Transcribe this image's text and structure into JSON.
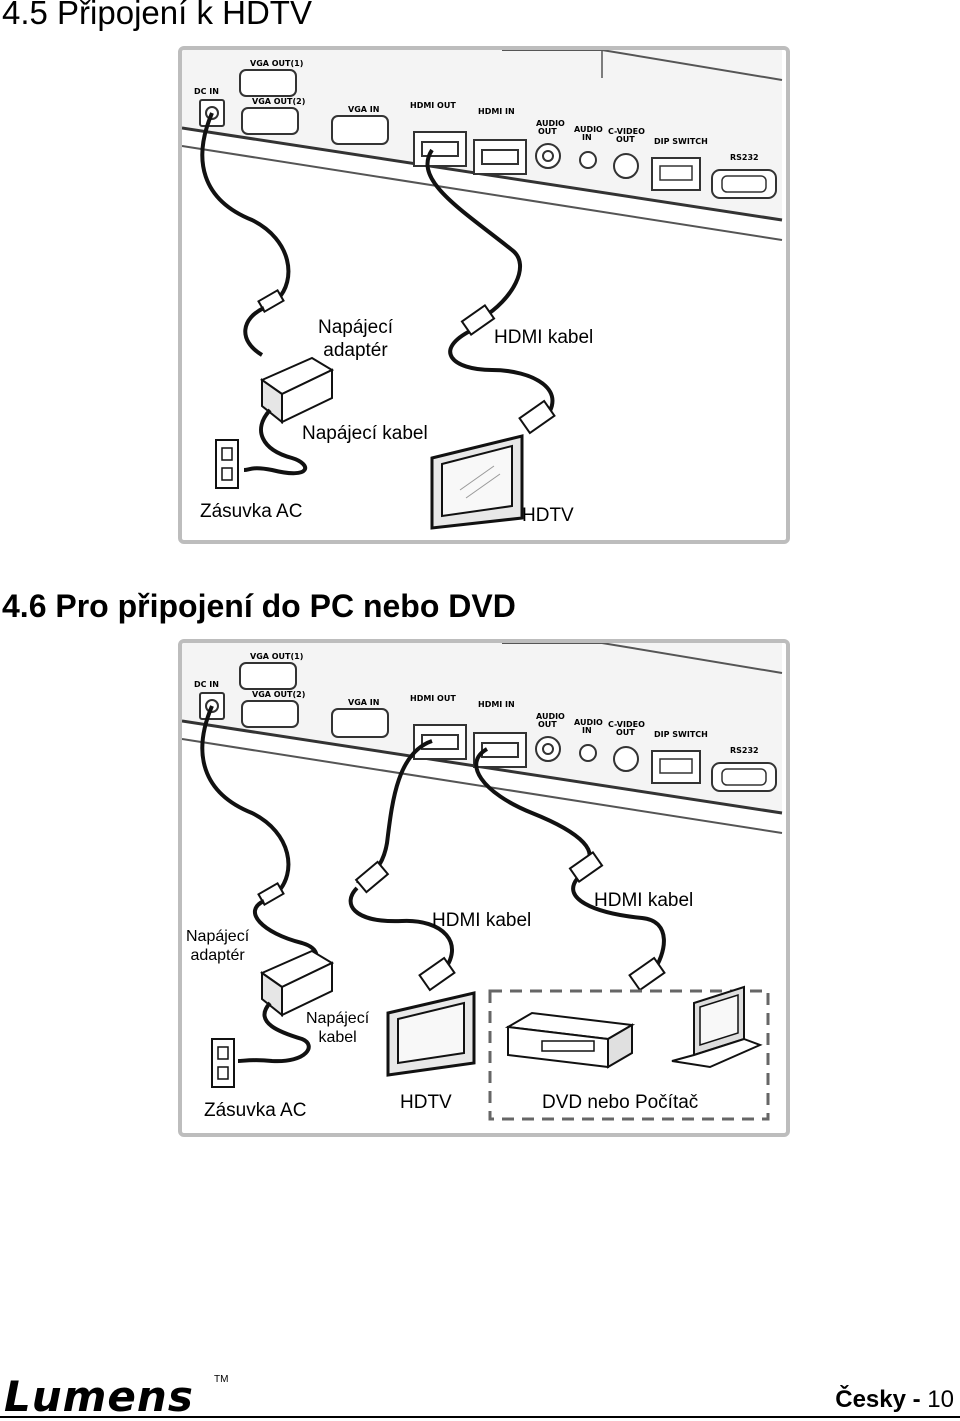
{
  "sections": [
    {
      "heading": "4.5 Připojení k HDTV",
      "labels": {
        "adapter_line1": "Napájecí",
        "adapter_line2": "adaptér",
        "hdmi_cable": "HDMI kabel",
        "power_cable": "Napájecí kabel",
        "ac_outlet": "Zásuvka AC",
        "hdtv": "HDTV"
      }
    },
    {
      "heading": "4.6 Pro připojení do PC nebo DVD",
      "labels": {
        "adapter_line1": "Napájecí",
        "adapter_line2": "adaptér",
        "hdmi_cable_1": "HDMI kabel",
        "hdmi_cable_2": "HDMI kabel",
        "power_cable_line1": "Napájecí",
        "power_cable_line2": "kabel",
        "ac_outlet": "Zásuvka AC",
        "hdtv": "HDTV",
        "dvd_pc": "DVD nebo Počítač"
      }
    }
  ],
  "ports": [
    "DC IN",
    "VGA OUT(1)",
    "VGA OUT(2)",
    "VGA IN",
    "HDMI OUT",
    "HDMI IN",
    "AUDIO",
    "OUT",
    "AUDIO",
    "IN",
    "C-VIDEO",
    "OUT",
    "DIP SWITCH",
    "RS232"
  ],
  "footer": {
    "brand": "Lumens",
    "trademark": "TM",
    "language": "Česky - ",
    "page_number": "10"
  }
}
